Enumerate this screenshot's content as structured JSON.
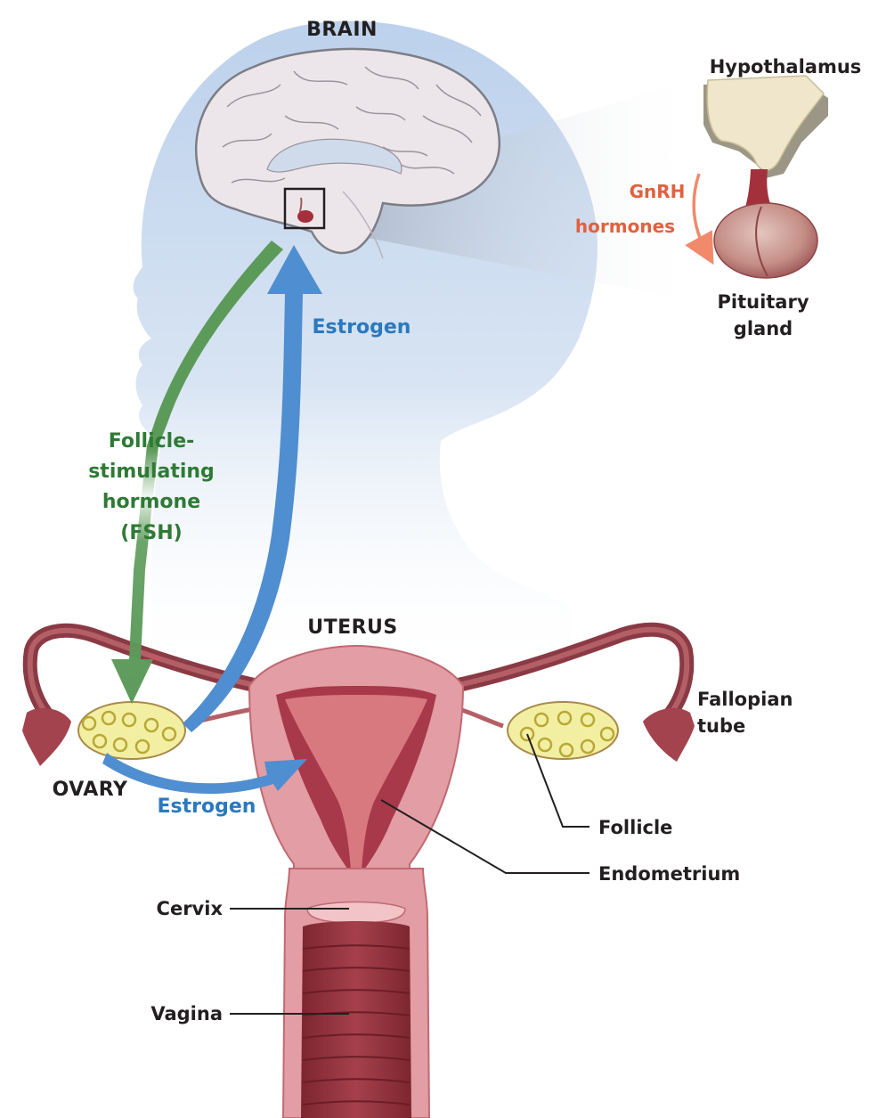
{
  "labels": {
    "brain": "BRAIN",
    "hypothalamus": "Hypothalamus",
    "gnrh_line1": "GnRH",
    "gnrh_line2": "hormones",
    "pituitary_line1": "Pituitary",
    "pituitary_line2": "gland",
    "estrogen_upper": "Estrogen",
    "fsh_line1": "Follicle-",
    "fsh_line2": "stimulating",
    "fsh_line3": "hormone",
    "fsh_line4": "(FSH)",
    "uterus": "UTERUS",
    "fallopian_line1": "Fallopian",
    "fallopian_line2": "tube",
    "ovary": "OVARY",
    "estrogen_lower": "Estrogen",
    "follicle": "Follicle",
    "endometrium": "Endometrium",
    "cervix": "Cervix",
    "vagina": "Vagina"
  },
  "colors": {
    "head_silhouette": "#c9d9ee",
    "brain_fill": "#ece6ea",
    "brain_outline": "#7d7d86",
    "fsh_arrow": "#5c9a5a",
    "fsh_text": "#2e7a35",
    "estrogen_arrow": "#4f8ed0",
    "estrogen_text": "#2a79be",
    "gnrh_text": "#e2603f",
    "uterus_outer": "#e39da4",
    "uterus_inner": "#a8394a",
    "tube": "#8a3a44",
    "ovary_fill": "#f3efa2",
    "follicle_ring": "#b8a836",
    "label_text": "#231f20"
  }
}
